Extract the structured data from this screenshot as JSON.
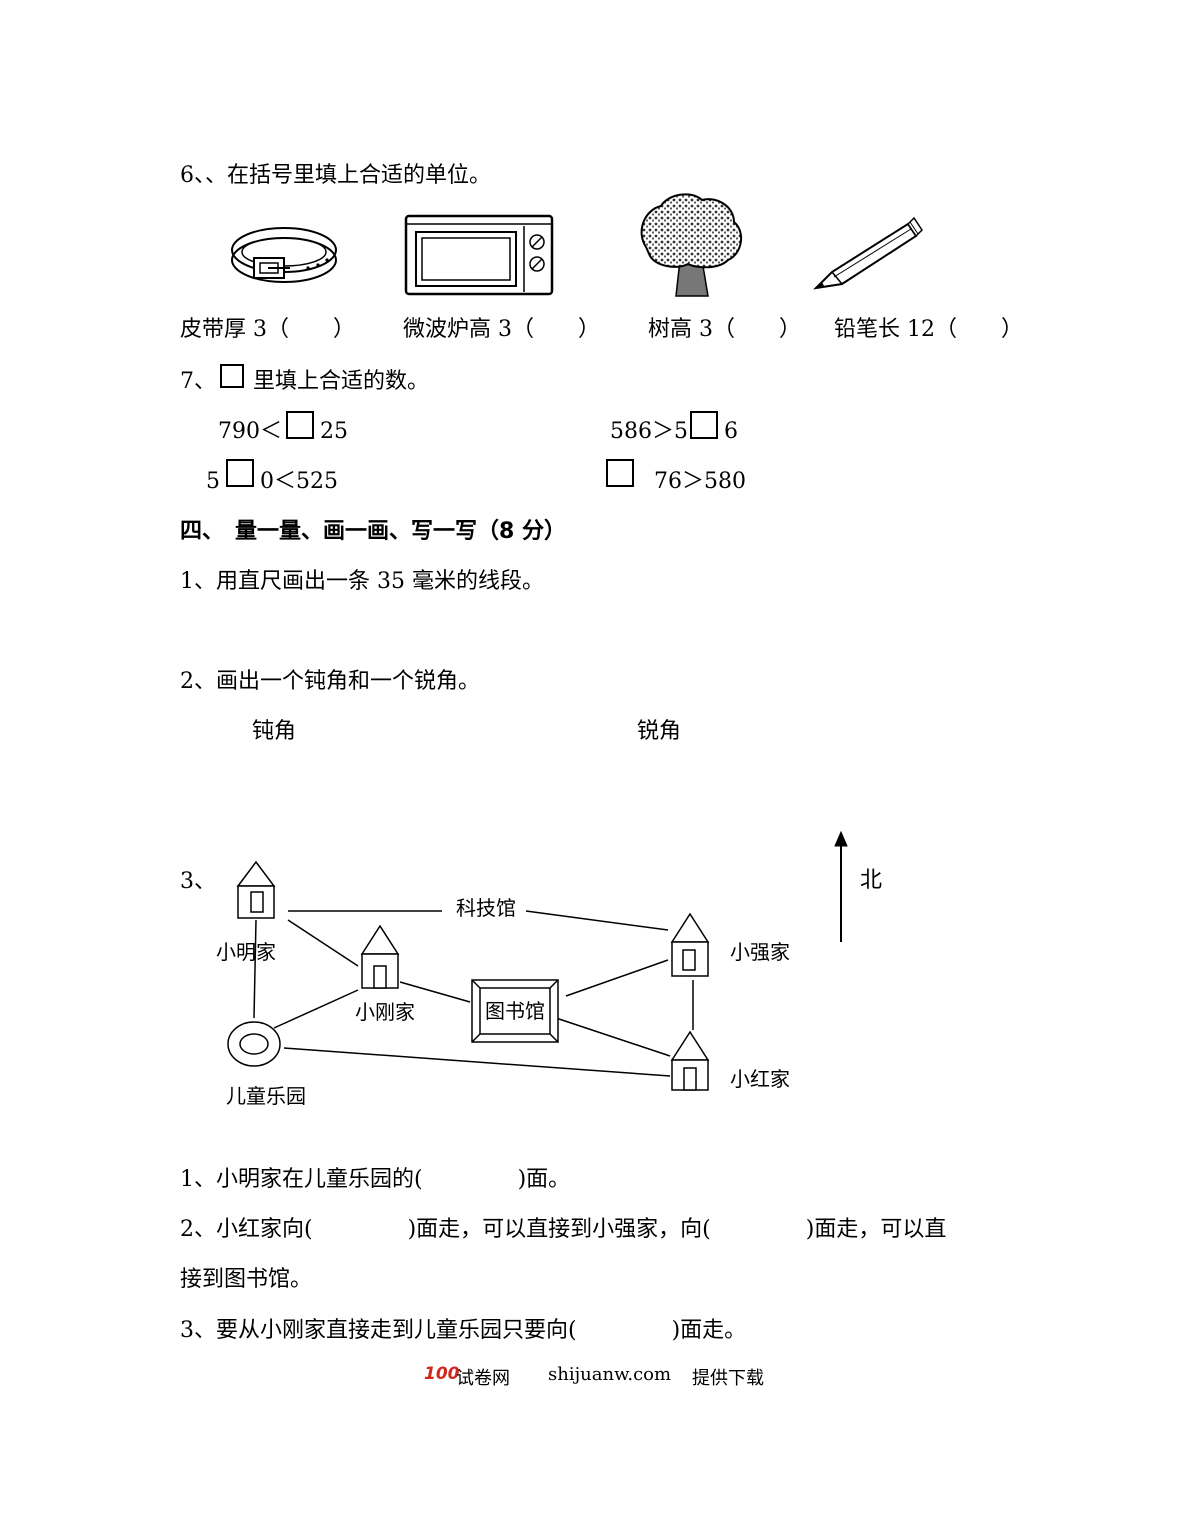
{
  "q6": {
    "heading": "6、、在括号里填上合适的单位。",
    "items": [
      {
        "text": "皮带厚 3（　　）",
        "icon": "belt-icon"
      },
      {
        "text": "微波炉高 3（　　）",
        "icon": "microwave-icon"
      },
      {
        "text": "树高 3（　　）",
        "icon": "tree-icon"
      },
      {
        "text": "铅笔长 12（　　）",
        "icon": "pencil-icon"
      }
    ]
  },
  "q7": {
    "prefix": "7、",
    "suffix": "里填上合适的数。",
    "e1_left": "790＜",
    "e1_right": "25",
    "e2_left": "586＞5",
    "e2_right": "6",
    "e3_left": "5",
    "e3_right": "0＜525",
    "e4_right": "76＞580"
  },
  "section4": {
    "title": "四、　量一量、画一画、写一写（8 分）",
    "q1": "1、用直尺画出一条 35 毫米的线段。",
    "q2": "2、画出一个钝角和一个锐角。",
    "obtuse_label": "钝角",
    "acute_label": "锐角",
    "q3_label": "3、"
  },
  "map": {
    "north": "北",
    "kejiguan": "科技馆",
    "xiaoming": "小明家",
    "xiaogang": "小刚家",
    "library": "图书馆",
    "xiaoqiang": "小强家",
    "xiaohong": "小红家",
    "park": "儿童乐园"
  },
  "questions": {
    "a1": "1、小明家在儿童乐园的(　　　　 )面。",
    "a2_line1": "2、小红家向(　　　　 )面走，可以直接到小强家，向(　　　　 )面走，可以直",
    "a2_line2": "接到图书馆。",
    "a3": "3、要从小刚家直接走到儿童乐园只要向(　　　　 )面走。"
  },
  "footer": {
    "logo": "100",
    "site_name": "试卷网",
    "domain": "shijuanw.com",
    "note": "提供下载"
  }
}
